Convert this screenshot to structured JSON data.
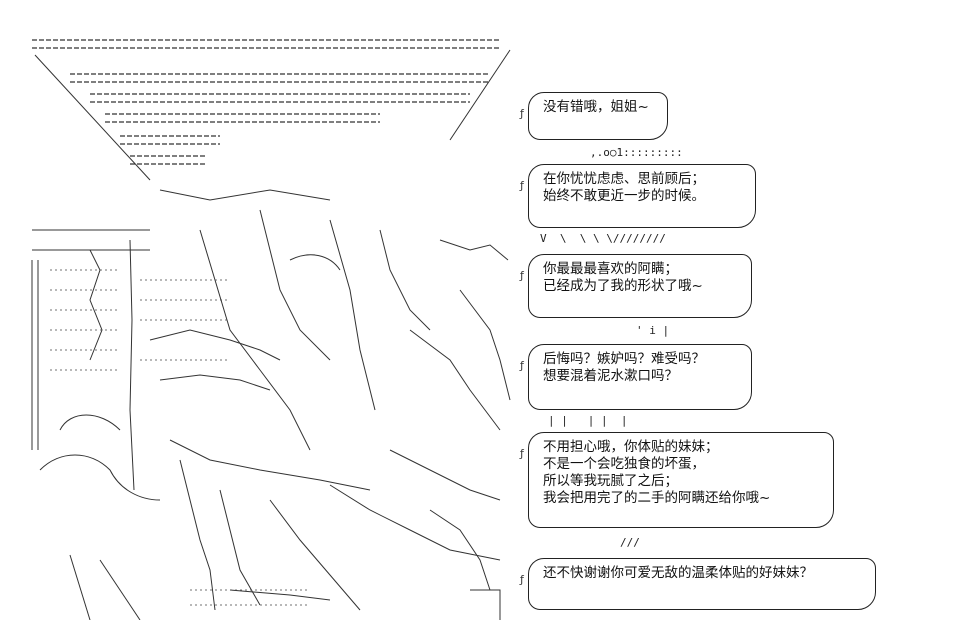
{
  "bubbles": [
    {
      "lines": [
        "没有错哦，姐姐~"
      ]
    },
    {
      "lines": [
        "在你忧忧虑虑、思前顾后；",
        "始终不敢更近一步的时候。"
      ]
    },
    {
      "lines": [
        "你最最最喜欢的阿瞒；",
        "已经成为了我的形状了哦~"
      ]
    },
    {
      "lines": [
        "后悔吗？嫉妒吗？难受吗？",
        "想要混着泥水漱口吗？"
      ]
    },
    {
      "lines": [
        "不用担心哦，你体贴的妹妹；",
        "不是一个会吃独食的坏蛋，",
        "所以等我玩腻了之后；",
        "我会把用完了的二手的阿瞒还给你哦~"
      ]
    },
    {
      "lines": [
        "还不快谢谢你可爱无敌的温柔体贴的好妹妹？"
      ]
    }
  ],
  "connectors": {
    "c1": ",.o○1:::::::::",
    "c2": "V  \\  \\ \\ \\////////",
    "c3": "' i |",
    "c4": "| |   | |  |",
    "c5": "///"
  }
}
